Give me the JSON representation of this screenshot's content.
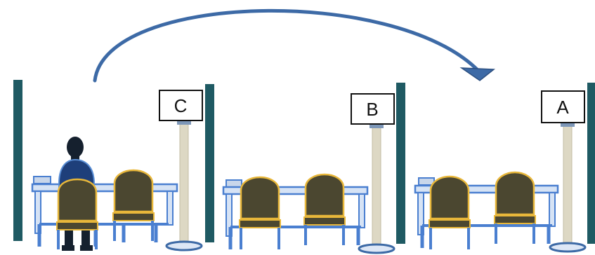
{
  "signs": {
    "booth_c": "C",
    "booth_b": "B",
    "booth_a": "A"
  },
  "colors": {
    "divider": "#1f5a63",
    "table_fill": "#d6e3f5",
    "table_stroke": "#4a7fd0",
    "chair_fill": "#4b4730",
    "chair_trim": "#e8b73a",
    "pole": "#ddd8c4",
    "arrow": "#3d6aa6",
    "person_dark": "#15202e",
    "person_shirt": "#1e3f7a"
  },
  "arrow": {
    "direction": "left-to-right"
  }
}
